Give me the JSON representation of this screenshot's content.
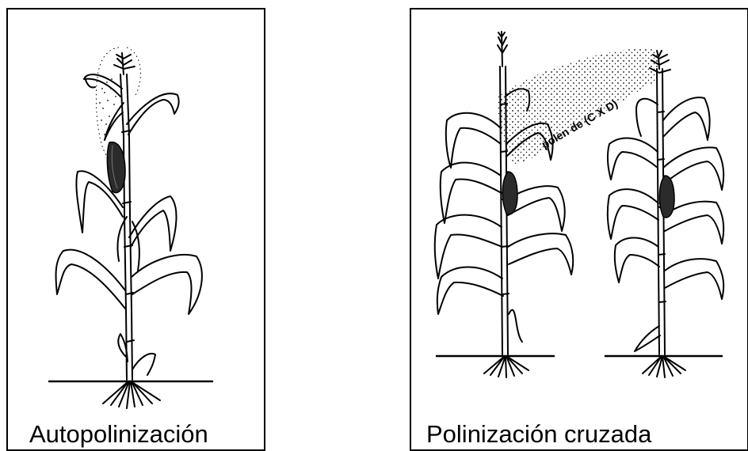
{
  "panels": {
    "left": {
      "caption": "Autopolinización"
    },
    "right": {
      "caption": "Polinización cruzada",
      "pollen_label": "polen de (C X D)"
    }
  },
  "colors": {
    "line": "#000000",
    "background": "#ffffff"
  },
  "icons": [
    "corn-plant-icon",
    "corn-cob-icon",
    "pollen-cloud-icon"
  ]
}
